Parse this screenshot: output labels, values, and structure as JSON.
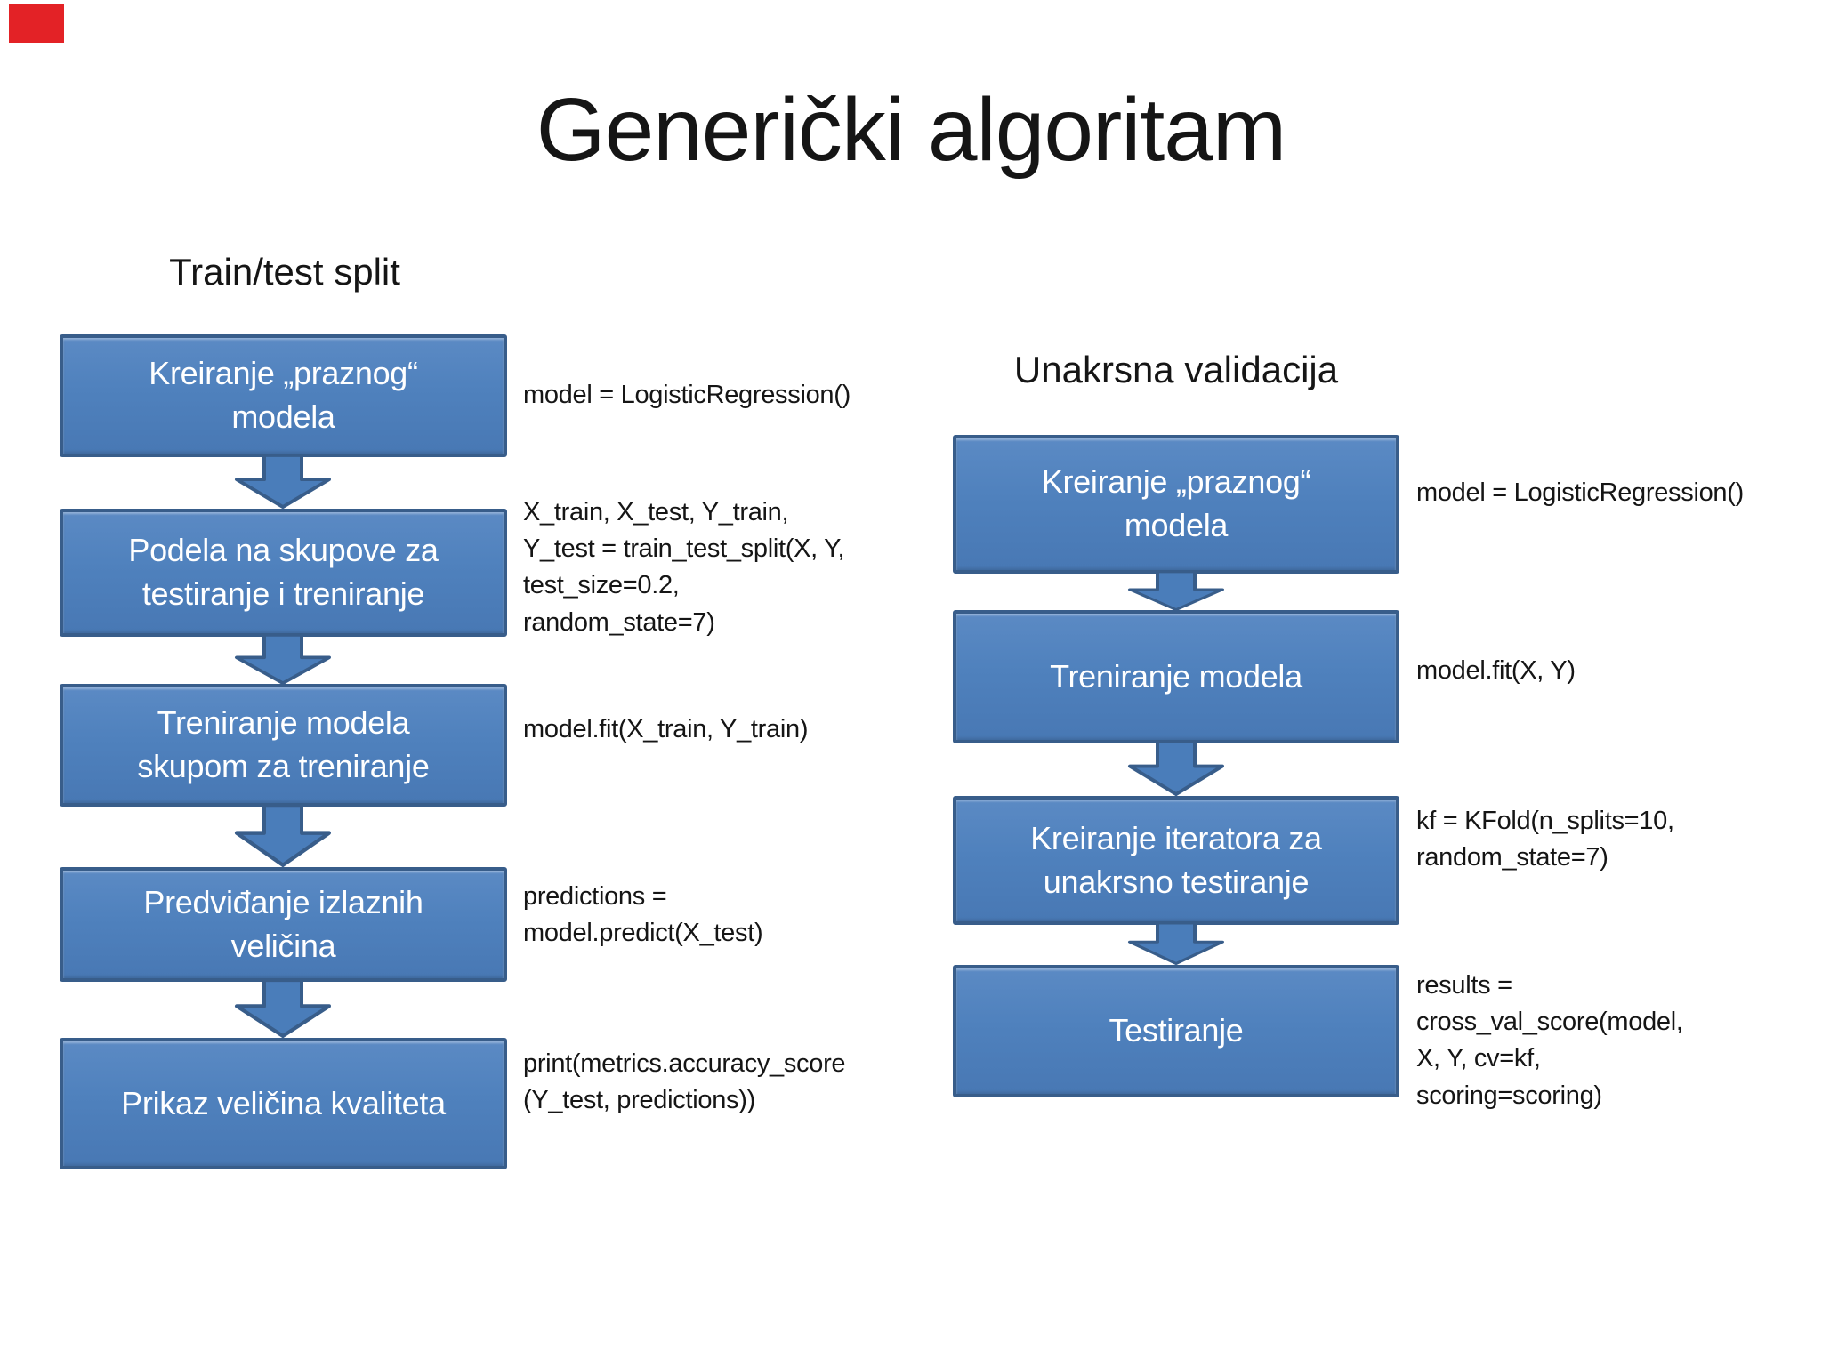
{
  "slide": {
    "title": "Generički algoritam",
    "red_marker_color": "#e32226",
    "colors": {
      "box_fill": "#4f81bd",
      "box_border": "#385d8a",
      "box_text": "#ffffff",
      "text": "#151515",
      "background": "#ffffff"
    },
    "left": {
      "heading": "Train/test split",
      "steps": [
        {
          "label": "Kreiranje „praznog“\nmodela",
          "code": "model = LogisticRegression()"
        },
        {
          "label": "Podela na skupove za\ntestiranje i treniranje",
          "code": "X_train, X_test, Y_train,\nY_test = train_test_split(X, Y,\ntest_size=0.2,\nrandom_state=7)"
        },
        {
          "label": "Treniranje modela\nskupom za treniranje",
          "code": "model.fit(X_train, Y_train)"
        },
        {
          "label": "Predviđanje izlaznih\nveličina",
          "code": "predictions =\nmodel.predict(X_test)"
        },
        {
          "label": "Prikaz veličina kvaliteta",
          "code": "print(metrics.accuracy_score\n(Y_test, predictions))"
        }
      ]
    },
    "right": {
      "heading": "Unakrsna validacija",
      "steps": [
        {
          "label": "Kreiranje „praznog“\nmodela",
          "code": "model = LogisticRegression()"
        },
        {
          "label": "Treniranje modela",
          "code": "model.fit(X, Y)"
        },
        {
          "label": "Kreiranje iteratora za\nunakrsno testiranje",
          "code": "kf = KFold(n_splits=10,\nrandom_state=7)"
        },
        {
          "label": "Testiranje",
          "code": "results =\ncross_val_score(model,\nX, Y, cv=kf,\nscoring=scoring)"
        }
      ]
    }
  }
}
